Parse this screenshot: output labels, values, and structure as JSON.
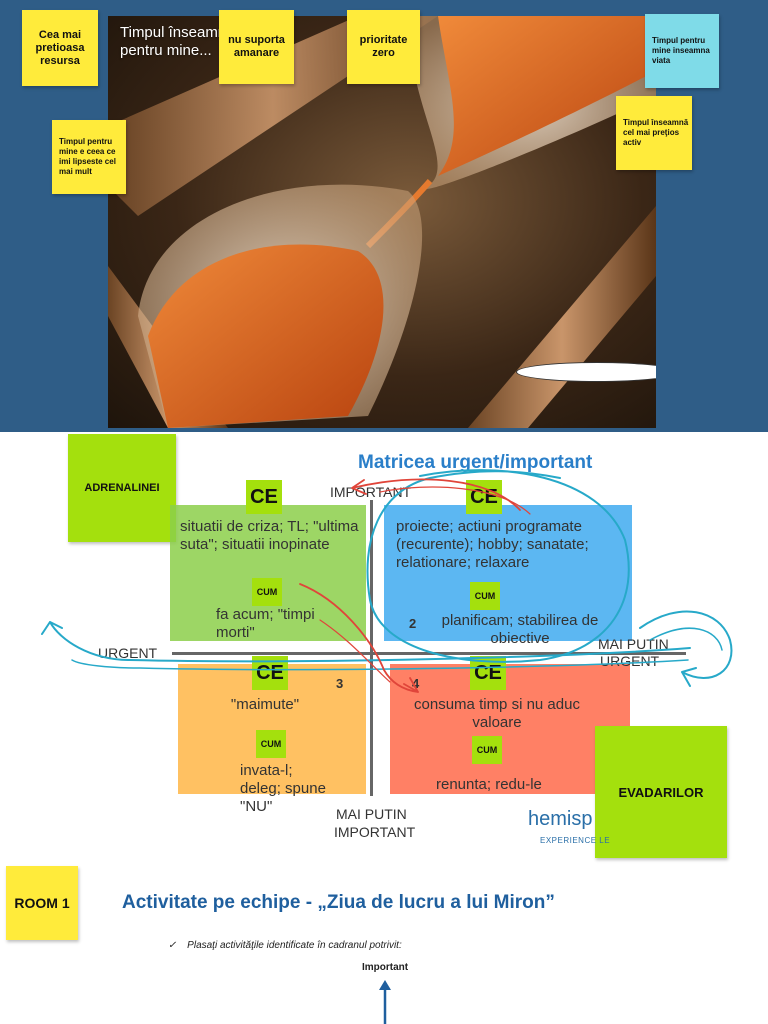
{
  "top_panel": {
    "photo_caption": "Timpul înseamnă pentru mine...",
    "stickies": {
      "cea_mai": "Cea mai pretioasa resursa",
      "nu_suporta": "nu suporta amanare",
      "prioritate": "prioritate zero",
      "timpul_viata": "Timpul pentru mine inseamna viata",
      "timpul_lipseste": "Timpul pentru mine e ceea ce imi lipseste cel mai mult",
      "timpul_pretios": "Timpul înseamnă cel mai preţios activ"
    }
  },
  "matrix": {
    "title": "Matricea urgent/important",
    "adrenalinei": "ADRENALINEI",
    "evadarilor": "EVADARILOR",
    "axis": {
      "important": "IMPORTANT",
      "urgent": "URGENT",
      "mai_putin_urgent_1": "MAI PUTIN",
      "mai_putin_urgent_2": "URGENT",
      "mai_putin_important_1": "MAI PUTIN",
      "mai_putin_important_2": "IMPORTANT"
    },
    "ce_label": "CE",
    "cum_label": "CUM",
    "quadrants": {
      "q1_ce": "situatii de criza; TL; \"ultima suta\"; situatii inopinate",
      "q1_cum": "fa acum; \"timpi morti\"",
      "q2_number": "2",
      "q2_ce": "proiecte; actiuni programate (recurente); hobby; sanatate; relationare; relaxare",
      "q2_cum": "planificam; stabilirea de obiective",
      "q3_number": "3",
      "q3_ce": "\"maimute\"",
      "q3_cum": "invata-l; deleg; spune \"NU\"",
      "q4_number": "4",
      "q4_ce": "consuma timp si nu aduc valoare",
      "q4_cum": "renunta; redu-le"
    },
    "logo": "hemisp",
    "logo_sub": "EXPERIENCE LE"
  },
  "activity": {
    "room": "ROOM 1",
    "title": "Activitate pe echipe - „Ziua de lucru a lui Miron”",
    "bullet": "Plasaţi activităţile identificate în cadranul potrivit:",
    "bullet_mark": "✓",
    "important": "Important"
  },
  "colors": {
    "panel_blue": "#2f5d87",
    "sticky_yellow": "#ffeb3b",
    "sticky_lime": "#a4e00d",
    "sticky_cyan": "#7fdbe8",
    "title_blue": "#2a7fc9"
  }
}
